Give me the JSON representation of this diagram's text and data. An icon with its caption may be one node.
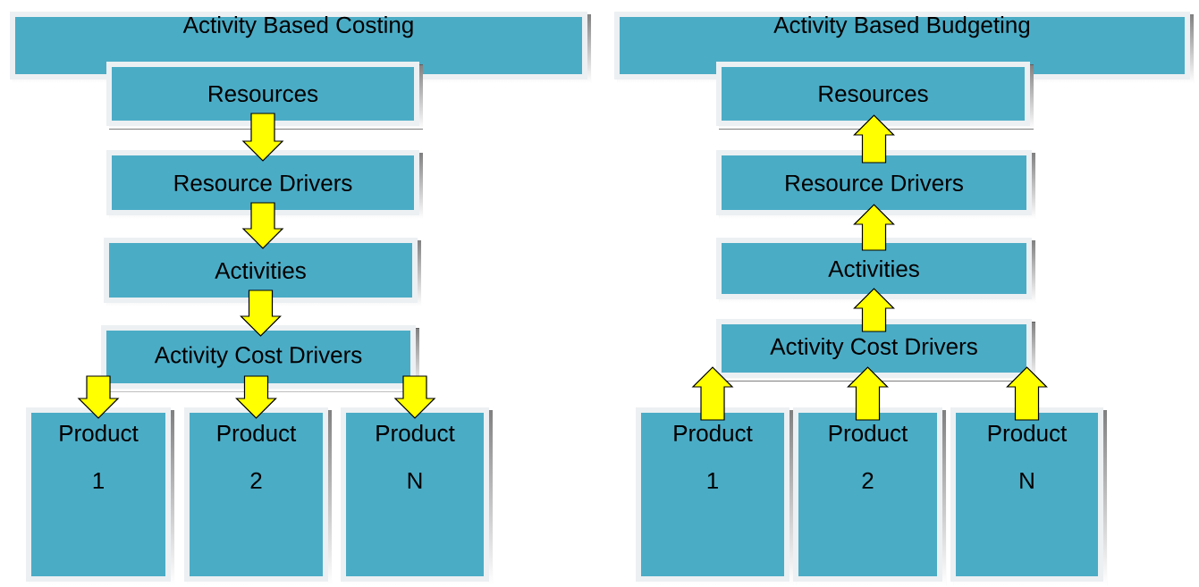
{
  "diagram": {
    "nodes": [
      {
        "text": [
          "Activity Based Costing"
        ]
      },
      {
        "text": [
          "Resources"
        ]
      },
      {
        "text": [
          "Resource Drivers"
        ]
      },
      {
        "text": [
          "Activities"
        ]
      },
      {
        "text": [
          "Activity Cost Drivers"
        ]
      },
      {
        "text": [
          "Product",
          "1"
        ]
      },
      {
        "text": [
          "Product",
          "2"
        ]
      },
      {
        "text": [
          "Product",
          "N"
        ]
      },
      {
        "text": [
          "Activity Based Budgeting"
        ]
      },
      {
        "text": [
          "Resources"
        ]
      },
      {
        "text": [
          "Resource Drivers"
        ]
      },
      {
        "text": [
          "Activities"
        ]
      },
      {
        "text": [
          "Activity Cost Drivers"
        ]
      },
      {
        "text": [
          "Product",
          "1"
        ]
      },
      {
        "text": [
          "Product",
          "2"
        ]
      },
      {
        "text": [
          "Product",
          "N"
        ]
      }
    ],
    "edges": [
      {
        "from": 1,
        "to": 2,
        "arrow": "to"
      },
      {
        "from": 2,
        "to": 3,
        "arrow": "to"
      },
      {
        "from": 3,
        "to": 4,
        "arrow": "to"
      },
      {
        "from": 4,
        "to": 5,
        "arrow": "to"
      },
      {
        "from": 4,
        "to": 6,
        "arrow": "to"
      },
      {
        "from": 4,
        "to": 7,
        "arrow": "to"
      },
      {
        "from": 10,
        "to": 9,
        "arrow": "to"
      },
      {
        "from": 11,
        "to": 10,
        "arrow": "to"
      },
      {
        "from": 12,
        "to": 11,
        "arrow": "to"
      },
      {
        "from": 13,
        "to": 12,
        "arrow": "to"
      },
      {
        "from": 14,
        "to": 12,
        "arrow": "to"
      },
      {
        "from": 15,
        "to": 12,
        "arrow": "to"
      }
    ]
  }
}
